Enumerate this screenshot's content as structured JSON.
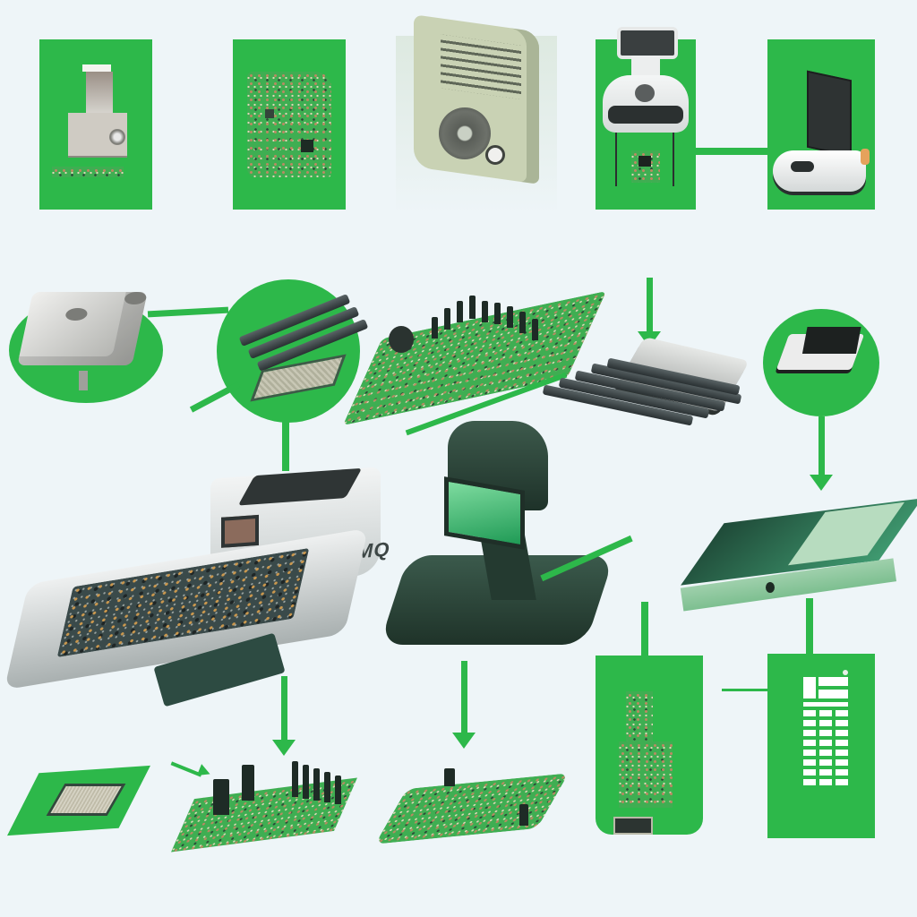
{
  "illustration": {
    "subject": "electronics PCB manufacturing process diagram",
    "colors": {
      "accent_green": "#2db84a",
      "background": "#eef5f8",
      "machine_silver": "#d9dedd",
      "machine_dark_green": "#2f4a3d",
      "pcb_green": "#3fae52"
    },
    "top_row_panels": [
      {
        "name": "flex-cable-module",
        "shape": "green rectangle"
      },
      {
        "name": "pcb-board-layout",
        "shape": "green rectangle"
      },
      {
        "name": "beige-housing-unit",
        "shape": "product render"
      },
      {
        "name": "inspection-scanner",
        "shape": "green rectangle"
      },
      {
        "name": "monitor-workstation",
        "shape": "green rectangle"
      }
    ],
    "middle_row": [
      {
        "name": "metal-shield-can",
        "shape": "green ellipse"
      },
      {
        "name": "connector-strips-and-chip",
        "shape": "green circle"
      },
      {
        "name": "assembled-pcb-with-headers",
        "shape": "board"
      },
      {
        "name": "cartridge-with-strips",
        "shape": "product render"
      },
      {
        "name": "terminal-device",
        "shape": "green circle"
      }
    ],
    "center_machines": {
      "main_machine_label": "FUSMQ",
      "main_machine": "pcb-assembly-machine",
      "second_machine": "green-inspection-microscope",
      "side_device": "green-enclosure-box"
    },
    "bottom_row": [
      {
        "name": "qfn-chip-on-green-pad"
      },
      {
        "name": "populated-pcb-with-pins"
      },
      {
        "name": "populated-pcb-green"
      },
      {
        "name": "vertical-pcb-panel"
      },
      {
        "name": "keypad-grid-panel"
      }
    ],
    "keypad_grid": {
      "rows": 8,
      "cols": 3
    }
  }
}
